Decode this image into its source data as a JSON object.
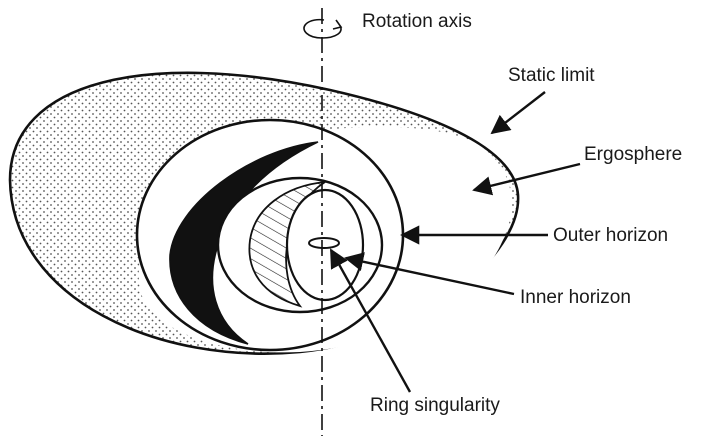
{
  "figure": {
    "labels": {
      "rotation_axis": "Rotation axis",
      "static_limit": "Static limit",
      "ergosphere": "Ergosphere",
      "outer_horizon": "Outer horizon",
      "inner_horizon": "Inner horizon",
      "ring_singularity": "Ring singularity"
    },
    "colors": {
      "ink": "#111111",
      "background": "#ffffff",
      "stipple": "#555555"
    }
  }
}
